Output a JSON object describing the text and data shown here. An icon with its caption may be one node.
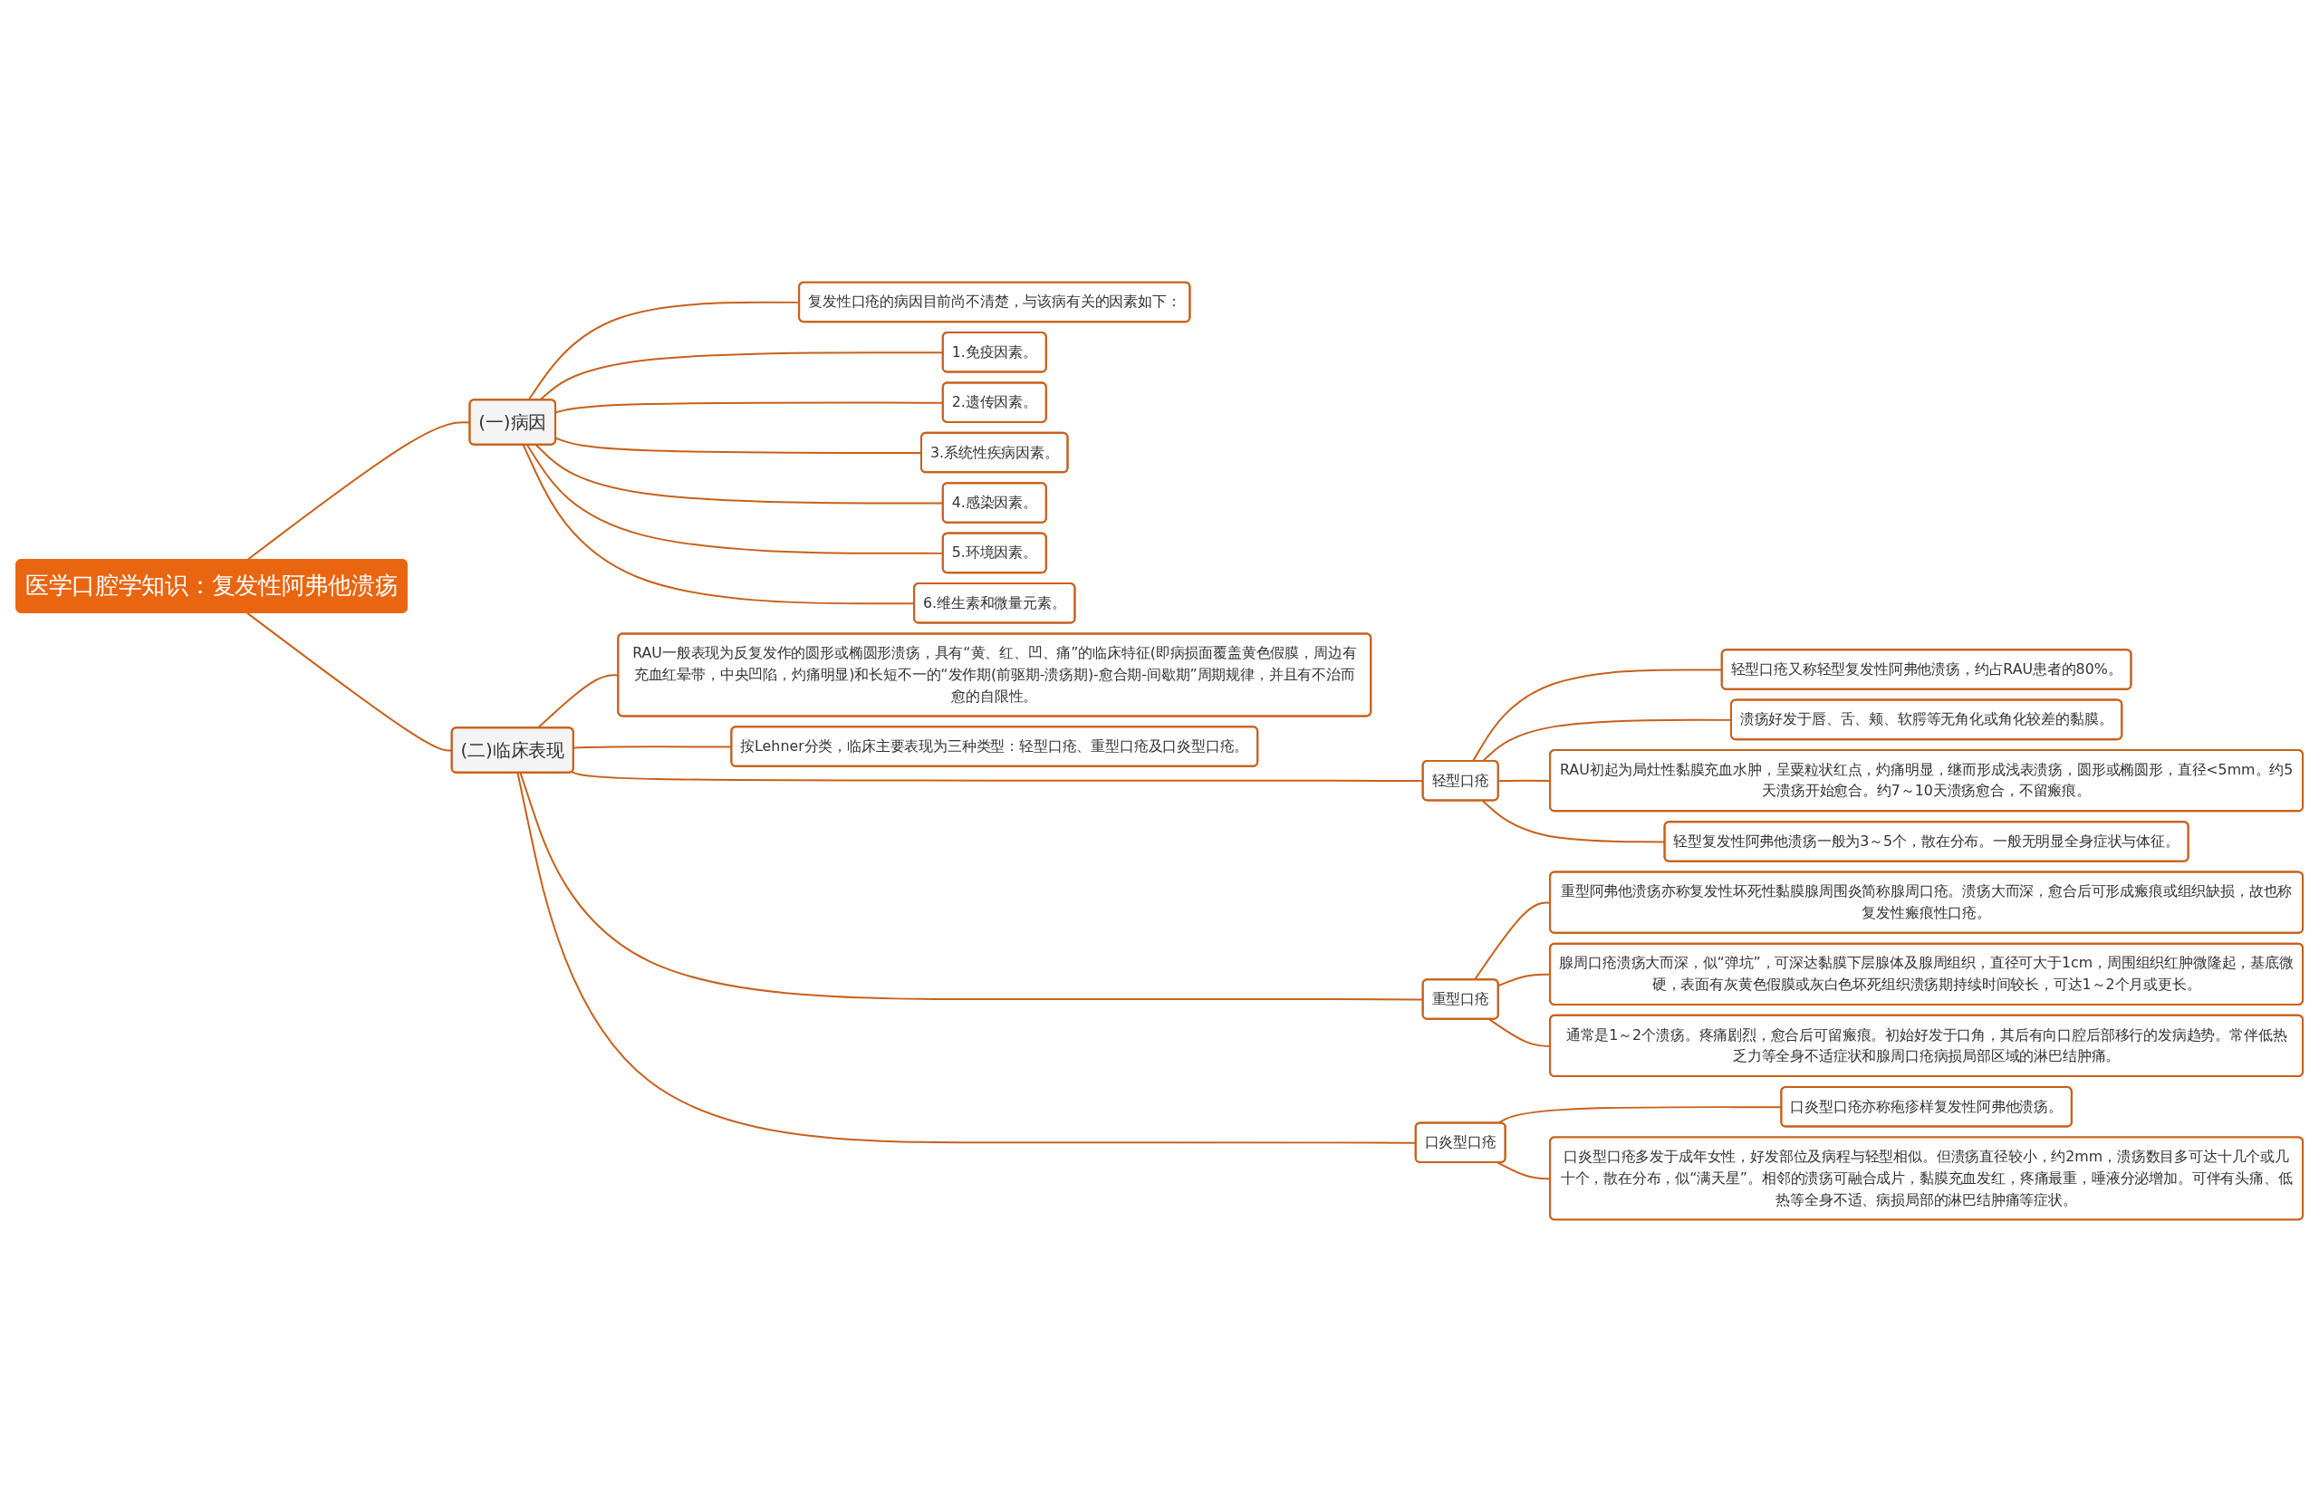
{
  "diagram": {
    "nodes": [
      {
        "text": [
          "医学口腔学知识：复发性阿弗他溃疡"
        ]
      },
      {
        "text": [
          "(一)病因"
        ]
      },
      {
        "text": [
          "复发性口疮的病因目前尚不清楚，与该病有关的因素如下："
        ]
      },
      {
        "text": [
          "1.免疫因素。"
        ]
      },
      {
        "text": [
          "2.遗传因素。"
        ]
      },
      {
        "text": [
          "3.系统性疾病因素。"
        ]
      },
      {
        "text": [
          "4.感染因素。"
        ]
      },
      {
        "text": [
          "5.环境因素。"
        ]
      },
      {
        "text": [
          "6.维生素和微量元素。"
        ]
      },
      {
        "text": [
          "(二)临床表现"
        ]
      },
      {
        "text": [
          "RAU一般表现为反复发作的圆形或椭圆形溃疡，具有“黄、红、凹、痛”的临床特征(即病损面覆盖黄色假膜，周边有充血红晕带，中央凹陷，灼痛明显)和长短不一的“发作期(前驱期-溃疡期)-愈合期-间歇期”周期规律，并且有不治而愈的自限性。"
        ]
      },
      {
        "text": [
          "按Lehner分类，临床主要表现为三种类型：轻型口疮、重型口疮及口炎型口疮。"
        ]
      },
      {
        "text": [
          "轻型口疮"
        ]
      },
      {
        "text": [
          "轻型口疮又称轻型复发性阿弗他溃疡，约占RAU患者的80%。"
        ]
      },
      {
        "text": [
          "溃疡好发于唇、舌、颊、软腭等无角化或角化较差的黏膜。"
        ]
      },
      {
        "text": [
          "RAU初起为局灶性黏膜充血水肿，呈粟粒状红点，灼痛明显，继而形成浅表溃疡，圆形或椭圆形，直径<5mm。约5天溃疡开始愈合。约7～10天溃疡愈合，不留瘢痕。"
        ]
      },
      {
        "text": [
          "轻型复发性阿弗他溃疡一般为3～5个，散在分布。一般无明显全身症状与体征。"
        ]
      },
      {
        "text": [
          "重型口疮"
        ]
      },
      {
        "text": [
          "重型阿弗他溃疡亦称复发性坏死性黏膜腺周围炎简称腺周口疮。溃疡大而深，愈合后可形成瘢痕或组织缺损，故也称复发性瘢痕性口疮。"
        ]
      },
      {
        "text": [
          "腺周口疮溃疡大而深，似“弹坑”，可深达黏膜下层腺体及腺周组织，直径可大于1cm，周围组织红肿微隆起，基底微硬，表面有灰黄色假膜或灰白色坏死组织溃疡期持续时间较长，可达1～2个月或更长。"
        ]
      },
      {
        "text": [
          "通常是1～2个溃疡。疼痛剧烈，愈合后可留瘢痕。初始好发于口角，其后有向口腔后部移行的发病趋势。常伴低热乏力等全身不适症状和腺周口疮病损局部区域的淋巴结肿痛。"
        ]
      },
      {
        "text": [
          "口炎型口疮"
        ]
      },
      {
        "text": [
          "口炎型口疮亦称疱疹样复发性阿弗他溃疡。"
        ]
      },
      {
        "text": [
          "口炎型口疮多发于成年女性，好发部位及病程与轻型相似。但溃疡直径较小，约2mm，溃疡数目多可达十几个或几十个，散在分布，似“满天星”。相邻的溃疡可融合成片，黏膜充血发红，疼痛最重，唾液分泌增加。可伴有头痛、低热等全身不适、病损局部的淋巴结肿痛等症状。"
        ]
      }
    ],
    "edges": [
      {
        "from": 0,
        "to": 1,
        "arrow": "none"
      },
      {
        "from": 1,
        "to": 2,
        "arrow": "none"
      },
      {
        "from": 1,
        "to": 3,
        "arrow": "none"
      },
      {
        "from": 1,
        "to": 4,
        "arrow": "none"
      },
      {
        "from": 1,
        "to": 5,
        "arrow": "none"
      },
      {
        "from": 1,
        "to": 6,
        "arrow": "none"
      },
      {
        "from": 1,
        "to": 7,
        "arrow": "none"
      },
      {
        "from": 1,
        "to": 8,
        "arrow": "none"
      },
      {
        "from": 0,
        "to": 9,
        "arrow": "none"
      },
      {
        "from": 9,
        "to": 10,
        "arrow": "none"
      },
      {
        "from": 9,
        "to": 11,
        "arrow": "none"
      },
      {
        "from": 9,
        "to": 12,
        "arrow": "none"
      },
      {
        "from": 12,
        "to": 13,
        "arrow": "none"
      },
      {
        "from": 12,
        "to": 14,
        "arrow": "none"
      },
      {
        "from": 12,
        "to": 15,
        "arrow": "none"
      },
      {
        "from": 12,
        "to": 16,
        "arrow": "none"
      },
      {
        "from": 9,
        "to": 17,
        "arrow": "none"
      },
      {
        "from": 17,
        "to": 18,
        "arrow": "none"
      },
      {
        "from": 17,
        "to": 19,
        "arrow": "none"
      },
      {
        "from": 17,
        "to": 20,
        "arrow": "none"
      },
      {
        "from": 9,
        "to": 21,
        "arrow": "none"
      },
      {
        "from": 21,
        "to": 22,
        "arrow": "none"
      },
      {
        "from": 21,
        "to": 23,
        "arrow": "none"
      }
    ]
  }
}
